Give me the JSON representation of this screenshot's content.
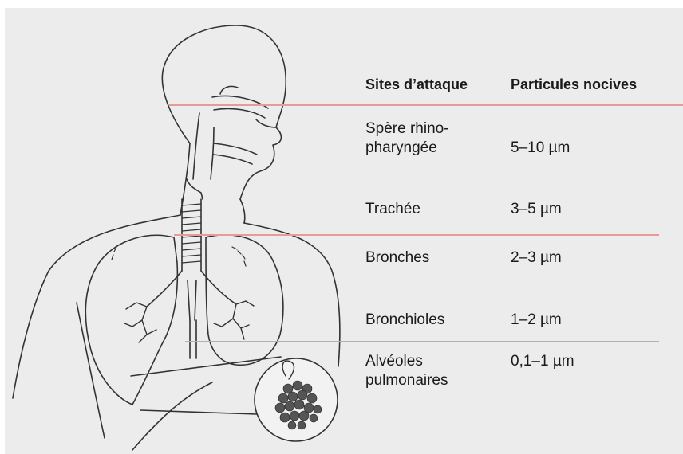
{
  "headers": {
    "sites": "Sites d’attaque",
    "particles": "Particules nocives"
  },
  "rows": [
    {
      "site": "Spère rhino-\npharyngée",
      "size": "5–10 µm"
    },
    {
      "site": "Trachée",
      "size": "3–5 µm"
    },
    {
      "site": "Bronches",
      "size": "2–3 µm"
    },
    {
      "site": "Bronchioles",
      "size": "1–2 µm"
    },
    {
      "site": "Alvéoles\npulmonaires",
      "size": "0,1–1 µm"
    }
  ],
  "colors": {
    "background": "#ececec",
    "rule": "#e79a9a",
    "outline": "#333333"
  }
}
